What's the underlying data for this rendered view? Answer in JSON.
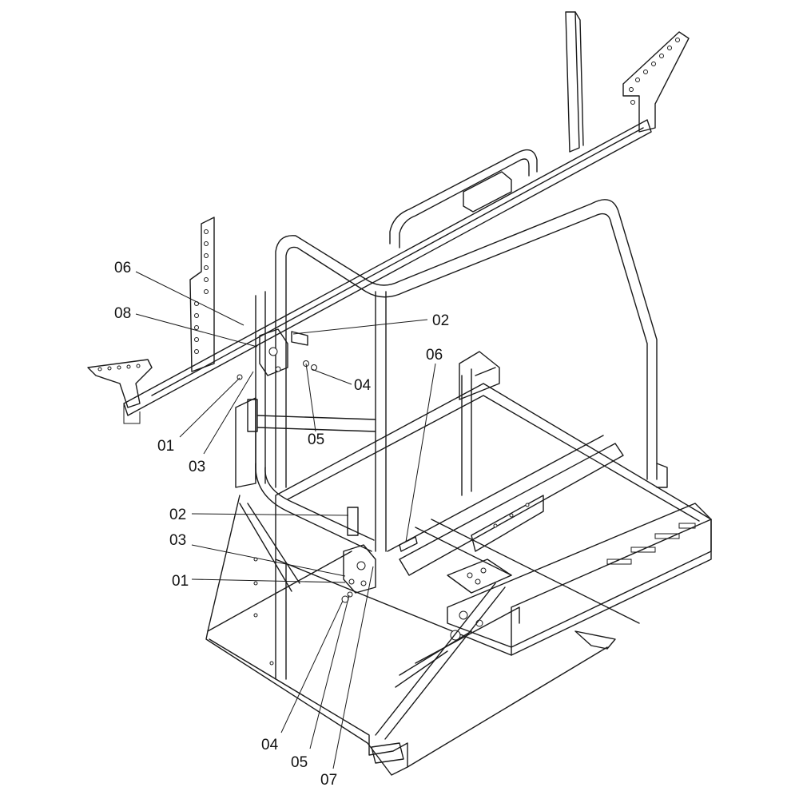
{
  "callouts": {
    "c06a": "06",
    "c08": "08",
    "c02a": "02",
    "c04a": "04",
    "c05a": "05",
    "c06b": "06",
    "c01a": "01",
    "c03a": "03",
    "c02b": "02",
    "c03b": "03",
    "c01b": "01",
    "c04b": "04",
    "c05b": "05",
    "c07": "07"
  }
}
